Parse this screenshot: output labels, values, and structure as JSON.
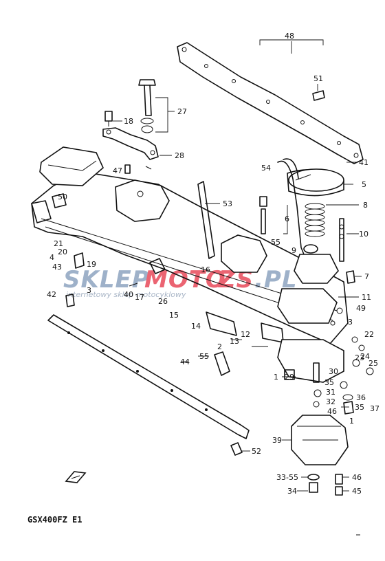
{
  "diagram": {
    "title": "GSX400FZ E1",
    "watermark": {
      "part1": "SKLEP",
      "part2": "MOTO",
      "part3": "ZS",
      "part4": ".PL",
      "tagline": "internetowy sklep motocyklowy",
      "color_blue": "#8ea4c0",
      "color_red": "#e84a5a"
    },
    "callouts": [
      "48",
      "51",
      "27",
      "18",
      "28",
      "47",
      "41",
      "54",
      "5",
      "53",
      "8",
      "50",
      "6",
      "10",
      "55",
      "9",
      "21",
      "4",
      "20",
      "43",
      "19",
      "16",
      "7",
      "3",
      "40",
      "42",
      "17",
      "26",
      "11",
      "15",
      "14",
      "49",
      "12",
      "13",
      "2",
      "44",
      "55",
      "24",
      "25",
      "3",
      "22",
      "23",
      "1",
      "30",
      "29",
      "35",
      "31",
      "36",
      "32",
      "46",
      "35",
      "37",
      "1",
      "39",
      "52",
      "33-55",
      "46",
      "34",
      "45"
    ]
  }
}
